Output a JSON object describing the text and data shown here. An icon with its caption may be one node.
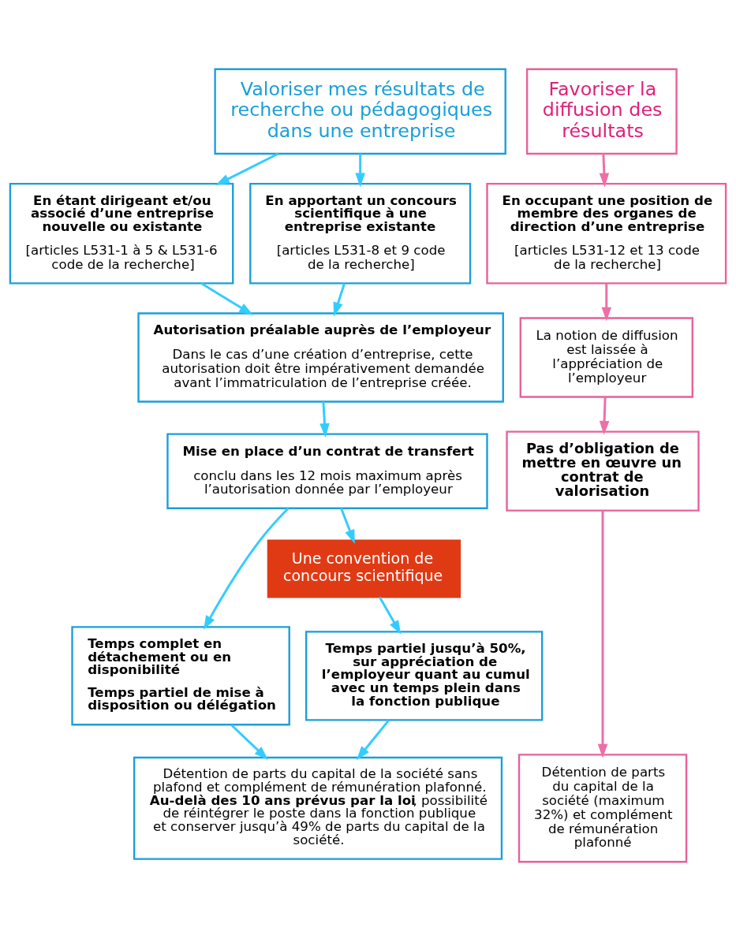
{
  "diagram": {
    "nodes": [
      {
        "text": [
          "Valoriser mes résultats de recherche ou pédagogiques dans une entreprise"
        ]
      },
      {
        "text": [
          "Favoriser la diffusion des résultats"
        ]
      },
      {
        "text": [
          "En étant dirigeant et/ou associé d’une entreprise nouvelle ou existante",
          "[articles L531-1 à 5 & L531-6 code de la recherche]"
        ]
      },
      {
        "text": [
          "En apportant un concours scientifique à une entreprise existante",
          "[articles L531-8 et 9 code de la recherche]"
        ]
      },
      {
        "text": [
          "En occupant une position de membre des organes de direction d’une entreprise",
          "[articles L531-12 et 13 code de la recherche]"
        ]
      },
      {
        "text": [
          "Autorisation préalable auprès de l’employeur",
          "Dans le cas d’une création d’entreprise, cette autorisation doit être impérativement demandée avant l’immatriculation de l’entreprise créée."
        ]
      },
      {
        "text": [
          "La notion de diffusion est laissée à l’appréciation de l’employeur"
        ]
      },
      {
        "text": [
          "Mise en place d’un contrat de transfert",
          "conclu dans les 12 mois maximum après l’autorisation donnée par l’employeur"
        ]
      },
      {
        "text": [
          "Pas d’obligation de mettre en œuvre un contrat de valorisation"
        ]
      },
      {
        "text": [
          "Une convention de concours scientifique"
        ]
      },
      {
        "text": [
          "Temps complet en détachement ou en disponibilité",
          "Temps partiel de mise à disposition ou délégation"
        ]
      },
      {
        "text": [
          "Temps partiel jusqu’à 50%, sur appréciation de l’employeur quant au cumul avec un temps plein dans la fonction publique"
        ]
      },
      {
        "text": [
          "Détention de parts du capital de la société sans plafond et complément de rémunération plafonné. **Au-delà des 10 ans prévus par la loi**, possibilité de réintégrer le poste dans la fonction publique et conserver jusqu’à 49% de parts du capital de la société."
        ]
      },
      {
        "text": [
          "Détention de parts du capital de la société (maximum 32%) et complément de rémunération plafonné"
        ]
      }
    ],
    "edges": [
      {
        "from": 0,
        "to": 2,
        "arrow": "to"
      },
      {
        "from": 0,
        "to": 3,
        "arrow": "to"
      },
      {
        "from": 1,
        "to": 4,
        "arrow": "to",
        "color": "#ee6fa8"
      },
      {
        "from": 2,
        "to": 5,
        "arrow": "to"
      },
      {
        "from": 3,
        "to": 5,
        "arrow": "to"
      },
      {
        "from": 4,
        "to": 6,
        "arrow": "to",
        "color": "#ee6fa8"
      },
      {
        "from": 5,
        "to": 7,
        "arrow": "to"
      },
      {
        "from": 6,
        "to": 8,
        "arrow": "to",
        "color": "#ee6fa8"
      },
      {
        "from": 7,
        "to": 10,
        "arrow": "to"
      },
      {
        "from": 7,
        "to": 9,
        "arrow": "to"
      },
      {
        "from": 9,
        "to": 11,
        "arrow": "to"
      },
      {
        "from": 8,
        "to": 13,
        "arrow": "to",
        "color": "#ee6fa8"
      },
      {
        "from": 10,
        "to": 12,
        "arrow": "to"
      },
      {
        "from": 11,
        "to": 12,
        "arrow": "to"
      }
    ]
  }
}
